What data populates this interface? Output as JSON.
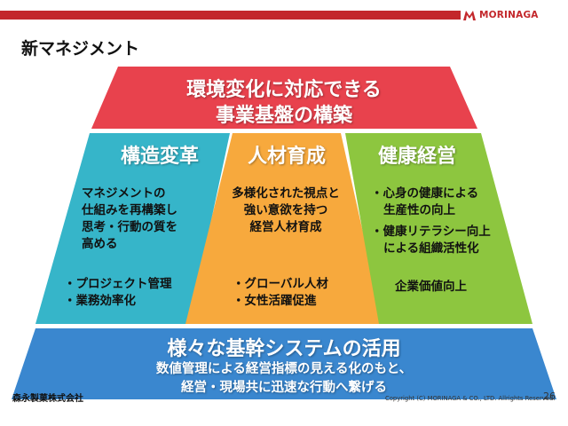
{
  "header": {
    "logo_text": "MORINAGA",
    "brand_color": "#c3272b",
    "page_title": "新マネジメント"
  },
  "pyramid": {
    "top": {
      "line1": "環境変化に対応できる",
      "line2": "事業基盤の構築",
      "color": "#e8424d"
    },
    "pillars": [
      {
        "title": "構造変革",
        "color": "#36b5c9",
        "body": [
          "マネジメントの",
          "仕組みを再構築し",
          "思考・行動の質を",
          "高める"
        ],
        "bullets": [
          "・プロジェクト管理",
          "・業務効率化"
        ]
      },
      {
        "title": "人材育成",
        "color": "#f7a93d",
        "body": [
          "多様化された視点と",
          "強い意欲を持つ",
          "経営人材育成"
        ],
        "bullets": [
          "・グローバル人材",
          "・女性活躍促進"
        ]
      },
      {
        "title": "健康経営",
        "color": "#8dc63f",
        "body": [
          "・心身の健康による",
          "生産性の向上",
          "・健康リテラシー向上",
          "による組織活性化"
        ],
        "bullets": [
          "企業価値向上"
        ]
      }
    ],
    "base": {
      "title": "様々な基幹システムの活用",
      "line1": "数値管理による経営指標の見える化のもと、",
      "line2": "経営・現場共に迅速な行動へ繋げる",
      "color": "#3a87cf"
    }
  },
  "footer": {
    "company": "森永製菓株式会社",
    "copyright": "Copyright (C) MORINAGA & CO., LTD. Allrights Reserved.",
    "page_number": "26"
  }
}
